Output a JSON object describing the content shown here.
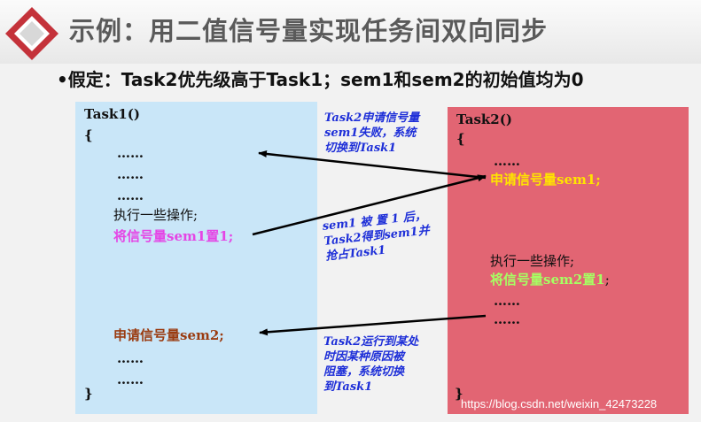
{
  "slide": {
    "title": "示例：用二值信号量实现任务间双向同步",
    "assumption": "•假定：Task2优先级高于Task1；sem1和sem2的初始值均为0"
  },
  "task1": {
    "header": "Task1()",
    "open_brace": "{",
    "dots1": "……",
    "dots2": "……",
    "dots3": "……",
    "op": "执行一些操作;",
    "set_sem1": "将信号量sem1置1;",
    "request_sem2": "申请信号量sem2;",
    "dots4": "……",
    "dots5": "……",
    "close_brace": "}"
  },
  "task2": {
    "header": "Task2()",
    "open_brace": "{",
    "dots1": "……",
    "request_sem1": "申请信号量sem1;",
    "op": "执行一些操作;",
    "set_sem2": "将信号量sem2置1",
    "semicolon": ";",
    "dots2": "……",
    "dots3": "……",
    "close_brace": "}"
  },
  "notes": {
    "note1": [
      "Task2申请信号量",
      "sem1失败，系统",
      "切换到Task1"
    ],
    "note2": [
      "sem1 被 置 1 后，",
      "Task2得到sem1并",
      "抢占Task1"
    ],
    "note3": [
      "Task2运行到某处",
      "时因某种原因被",
      "阻塞，系统切换",
      "到Task1"
    ]
  },
  "watermark": "https://blog.csdn.net/weixin_42473228",
  "colors": {
    "title_gray": "#5a5a5a",
    "task1_bg": "#c9e6f8",
    "task2_bg": "#e26573",
    "note_blue": "#1e2fd8",
    "highlight_yellow": "#ffe400",
    "highlight_green": "#a6ff63",
    "highlight_pink": "#e545e5",
    "highlight_brown": "#9a3b10",
    "logo_red": "#c4323a"
  }
}
